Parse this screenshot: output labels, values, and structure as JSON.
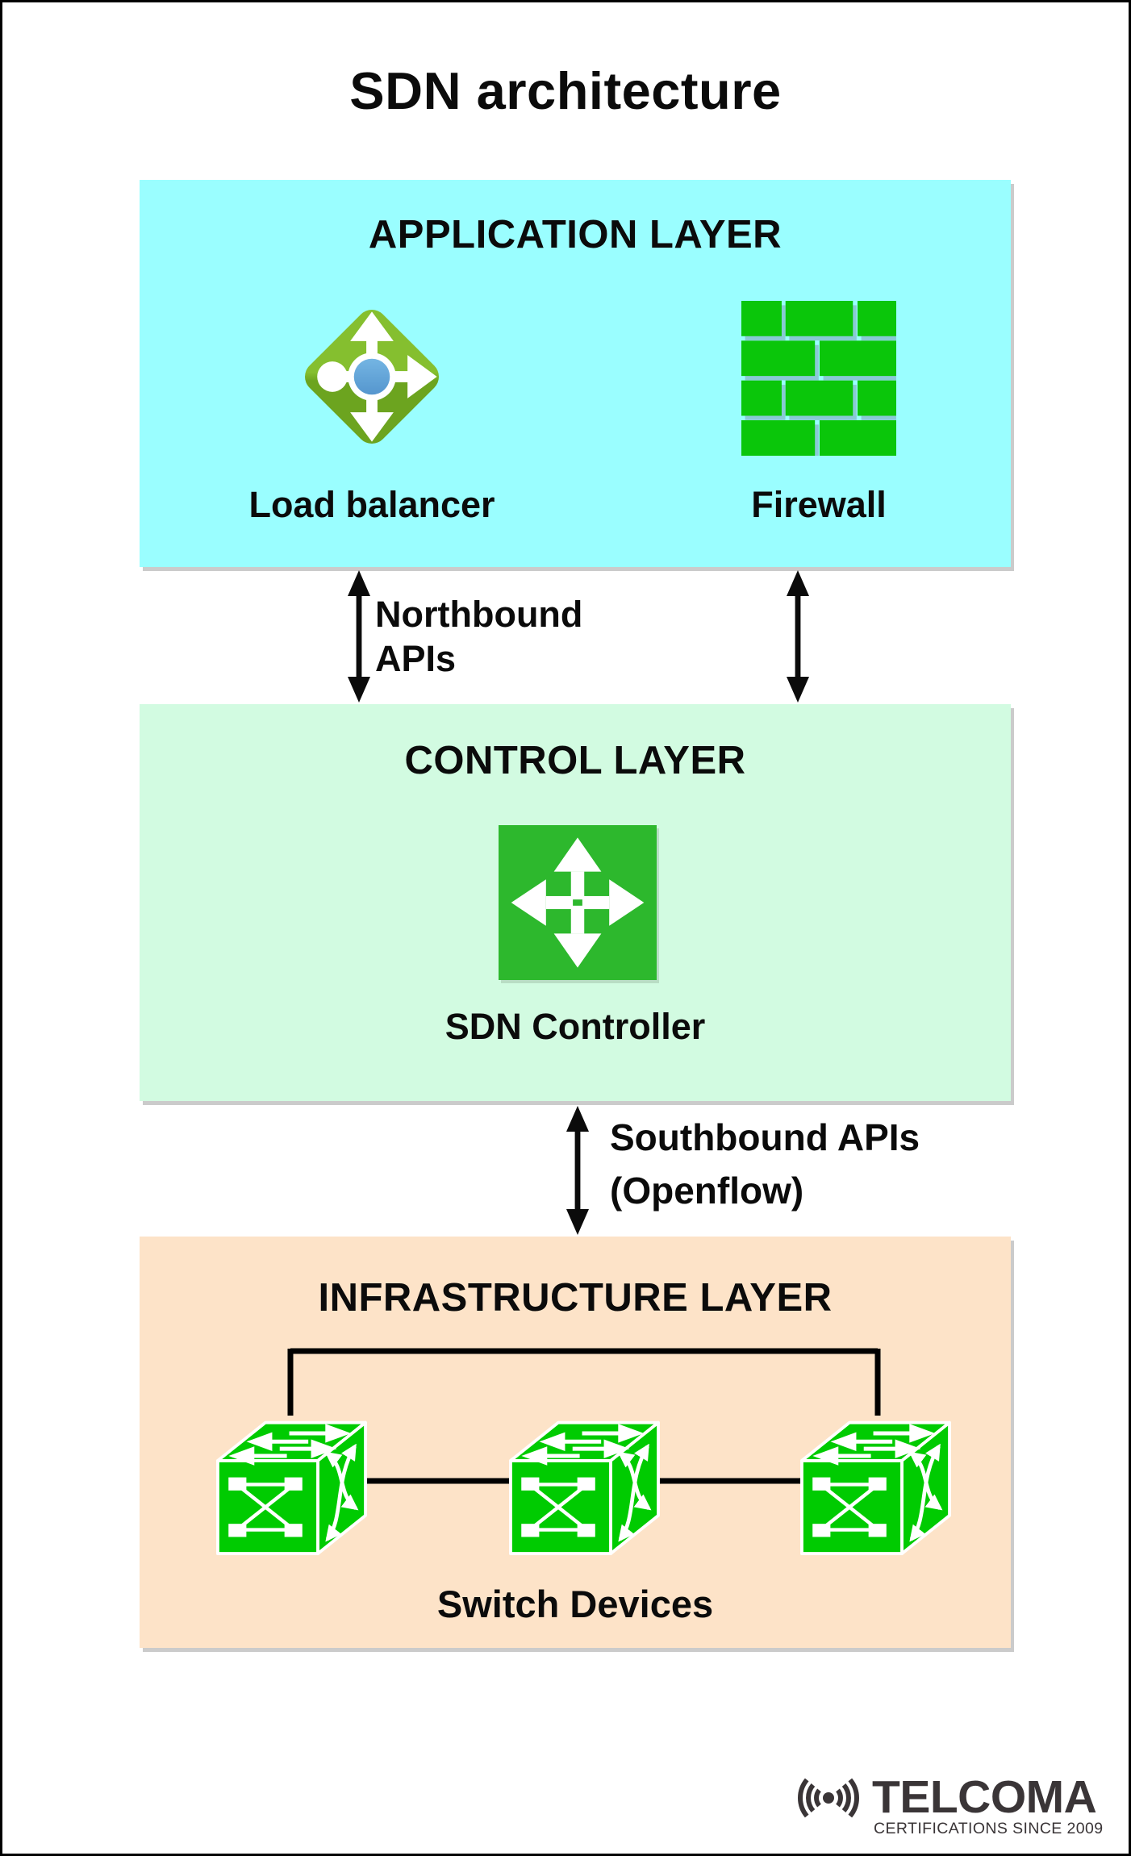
{
  "page": {
    "title": "SDN architecture"
  },
  "layers": {
    "application": {
      "title": "APPLICATION LAYER",
      "bg": "#9afeff",
      "items": [
        {
          "label": "Load balancer",
          "icon": "load-balancer-icon"
        },
        {
          "label": "Firewall",
          "icon": "firewall-icon"
        }
      ]
    },
    "control": {
      "title": "CONTROL LAYER",
      "bg": "#d2fbe1",
      "items": [
        {
          "label": "SDN Controller",
          "icon": "sdn-controller-icon"
        }
      ]
    },
    "infrastructure": {
      "title": "INFRASTRUCTURE LAYER",
      "bg": "#fde3c8",
      "switch_count": 3,
      "items": [
        {
          "label": "Switch Devices",
          "icon": "switch-device-icon"
        }
      ]
    }
  },
  "connections": {
    "northbound": {
      "label": "Northbound\nAPIs"
    },
    "southbound": {
      "label": "Southbound APIs\n(Openflow)"
    }
  },
  "footer": {
    "brand": "TELCOMA",
    "tagline": "CERTIFICATIONS SINCE 2009",
    "logo_icon": "radio-signal-icon"
  },
  "colors": {
    "application_bg": "#9afeff",
    "control_bg": "#d2fbe1",
    "infrastructure_bg": "#fde3c8",
    "firewall_brick_green": "#0ac60a",
    "controller_green": "#2db82d",
    "switch_green": "#00cb01",
    "loadbalancer_green_light": "#85bf2f",
    "loadbalancer_green_dark": "#6ca41f",
    "loadbalancer_center_blue": "#64a7da",
    "arrow_black": "#0b0b0b",
    "logo_gray": "#3a3537",
    "box_shadow_gray": "#cbcbcb"
  }
}
